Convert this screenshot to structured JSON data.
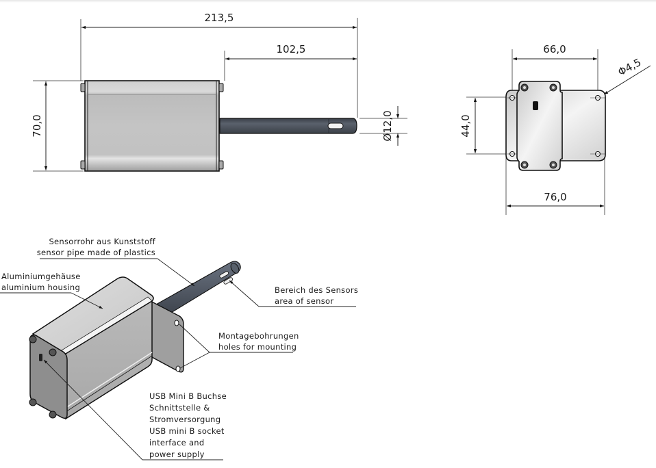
{
  "colors": {
    "housing_light": "#d6d6d6",
    "housing_mid": "#bdbdbd",
    "housing_dark": "#8e8e8e",
    "pipe": "#4e5560",
    "pipe_dark": "#353a42",
    "line": "#1a1a1a",
    "background": "#ffffff"
  },
  "side_view": {
    "dimensions": {
      "overall_length": "213,5",
      "pipe_length": "102,5",
      "height": "70,0",
      "pipe_diameter": "Ø12,0"
    }
  },
  "end_view": {
    "dimensions": {
      "hole_spacing_horizontal": "66,0",
      "hole_spacing_vertical": "44,0",
      "flange_width": "76,0",
      "hole_diameter": "Φ4,5"
    }
  },
  "iso_view": {
    "labels": {
      "pipe": [
        "Sensorrohr aus Kunststoff",
        "sensor pipe made of plastics"
      ],
      "housing": [
        "Aluminiumgehäuse",
        "aluminium housing"
      ],
      "sensor_area": [
        "Bereich des Sensors",
        "area of sensor"
      ],
      "mounting": [
        "Montagebohrungen",
        "holes for mounting"
      ],
      "usb": [
        "USB Mini B Buchse",
        "Schnittstelle &",
        "Stromversorgung",
        "USB mini B socket",
        "interface and",
        "power supply"
      ]
    }
  }
}
